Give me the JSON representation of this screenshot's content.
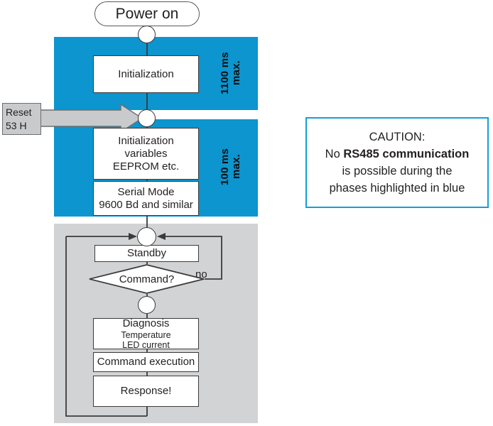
{
  "diagram": {
    "title": "Power-on / RS485 communication state flow",
    "colors": {
      "phase_blue": "#0c95ce",
      "loop_gray": "#d2d3d4",
      "reset_gray": "#c9cacb",
      "caution_border": "#139fd6",
      "outline": "#3b3b3b"
    },
    "start": {
      "label": "Power on"
    },
    "bands": [
      {
        "id": "init",
        "timing_value": "1100 ms",
        "timing_qualifier": "max.",
        "fill": "blue"
      },
      {
        "id": "vars",
        "timing_value": "100 ms",
        "timing_qualifier": "max.",
        "fill": "blue"
      },
      {
        "id": "loop",
        "timing_value": "",
        "timing_qualifier": "",
        "fill": "gray"
      }
    ],
    "boxes": {
      "initialization": {
        "line1": "Initialization"
      },
      "init_variables": {
        "line1": "Initialization",
        "line2": "variables",
        "line3": "EEPROM etc."
      },
      "serial_mode": {
        "line1": "Serial Mode",
        "line2": "9600 Bd and similar"
      },
      "standby": {
        "line1": "Standby"
      },
      "diagnosis": {
        "line1": "Diagnosis",
        "line2": "Temperature",
        "line3": "LED current"
      },
      "command_execution": {
        "line1": "Command execution"
      },
      "response": {
        "line1": "Response!"
      }
    },
    "decision": {
      "label": "Command?",
      "branch_no": "no"
    },
    "reset": {
      "line1": "Reset",
      "line2": "53 H"
    }
  },
  "caution": {
    "heading": "CAUTION:",
    "line2_prefix": "No ",
    "line2_bold": "RS485 communication",
    "line3": "is possible during the",
    "line4": "phases highlighted in blue"
  }
}
